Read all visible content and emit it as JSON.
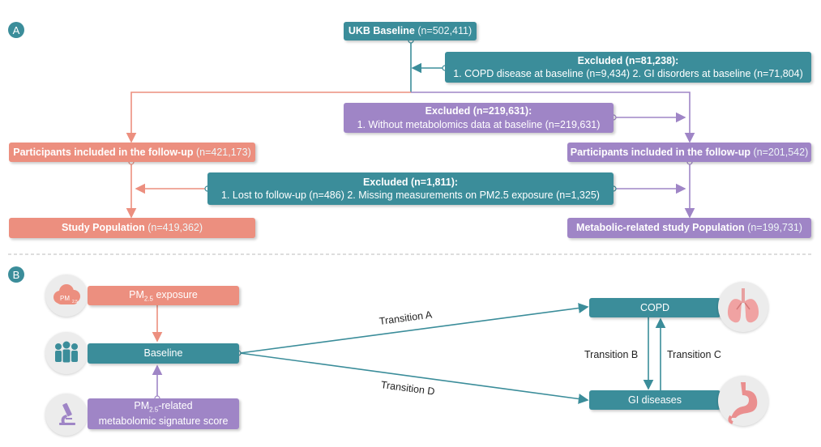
{
  "panel_a": {
    "label": "A",
    "ukb_baseline": {
      "title": "UKB Baseline",
      "count": "(n=502,411)"
    },
    "excluded_1": {
      "title": "Excluded (n=81,238):",
      "detail": "1. COPD disease at baseline (n=9,434) 2. GI disorders at baseline (n=71,804)"
    },
    "excluded_2": {
      "title": "Excluded (n=219,631):",
      "detail": "1. Without metabolomics data at baseline (n=219,631)"
    },
    "followup_left": {
      "title": "Participants included in the follow-up",
      "count": "(n=421,173)"
    },
    "followup_right": {
      "title": "Participants included in the follow-up",
      "count": "(n=201,542)"
    },
    "excluded_3": {
      "title": "Excluded (n=1,811):",
      "detail": "1. Lost to follow-up (n=486) 2. Missing measurements on PM2.5 exposure (n=1,325)"
    },
    "study_left": {
      "title": "Study Population",
      "count": "(n=419,362)"
    },
    "study_right": {
      "title": "Metabolic-related study Population",
      "count": "(n=199,731)"
    }
  },
  "panel_b": {
    "label": "B",
    "pm_exposure": {
      "pm": "PM",
      "sub": "2.5",
      "rest": " exposure"
    },
    "pm_icon": {
      "pm": "PM",
      "sub": "2.5"
    },
    "baseline": "Baseline",
    "pm_signature": {
      "pm": "PM",
      "sub": "2.5",
      "rest": "-related",
      "line2": "metabolomic signature score"
    },
    "copd": "COPD",
    "gi": "GI diseases",
    "transition_a": "Transition A",
    "transition_b": "Transition B",
    "transition_c": "Transition C",
    "transition_d": "Transition D"
  },
  "colors": {
    "teal": "#3b8d9a",
    "salmon": "#ec8f7f",
    "purple": "#9f85c6"
  },
  "icons": [
    "cloud-pm-icon",
    "people-icon",
    "microscope-icon",
    "lungs-icon",
    "stomach-icon"
  ]
}
